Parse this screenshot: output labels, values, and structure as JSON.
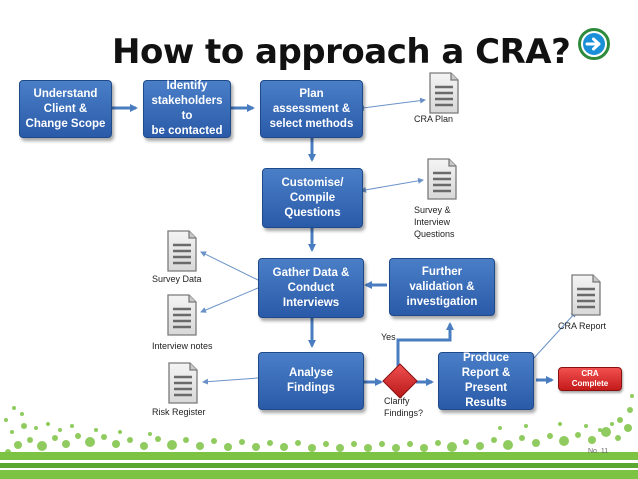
{
  "slide": {
    "title": "How to approach a CRA?",
    "page_number": "No. 11"
  },
  "colors": {
    "box_fill": "#3a6db8",
    "arrow_blue": "#4a7cc0",
    "arrow_thin": "#6a92c8",
    "decision_red": "#d42a2a",
    "badge_red": "#e03030",
    "dot_green": "#7cc243",
    "nav_green": "#2e8b3c",
    "nav_blue": "#1a8fd8"
  },
  "icons": {
    "nav": "arrow-right-circle-icon",
    "document": "document-icon",
    "decision": "diamond-icon"
  },
  "boxes": {
    "understand": "Understand\nClient &\nChange Scope",
    "identify": "Identify\nstakeholders to\nbe contacted",
    "plan": "Plan\nassessment &\nselect methods",
    "customise": "Customise/\nCompile\nQuestions",
    "gather": "Gather Data &\nConduct\nInterviews",
    "further": "Further\nvalidation &\ninvestigation",
    "analyse": "Analyse\nFindings",
    "produce": "Produce\nReport &\nPresent Results"
  },
  "documents": {
    "cra_plan": "CRA Plan",
    "survey_questions": "Survey &\nInterview\nQuestions",
    "survey_data": "Survey Data",
    "interview_notes": "Interview notes",
    "risk_register": "Risk Register",
    "cra_report": "CRA Report"
  },
  "decision": {
    "label": "Clarify\nFindings?",
    "yes": "Yes"
  },
  "badge": {
    "label": "CRA\nComplete"
  }
}
